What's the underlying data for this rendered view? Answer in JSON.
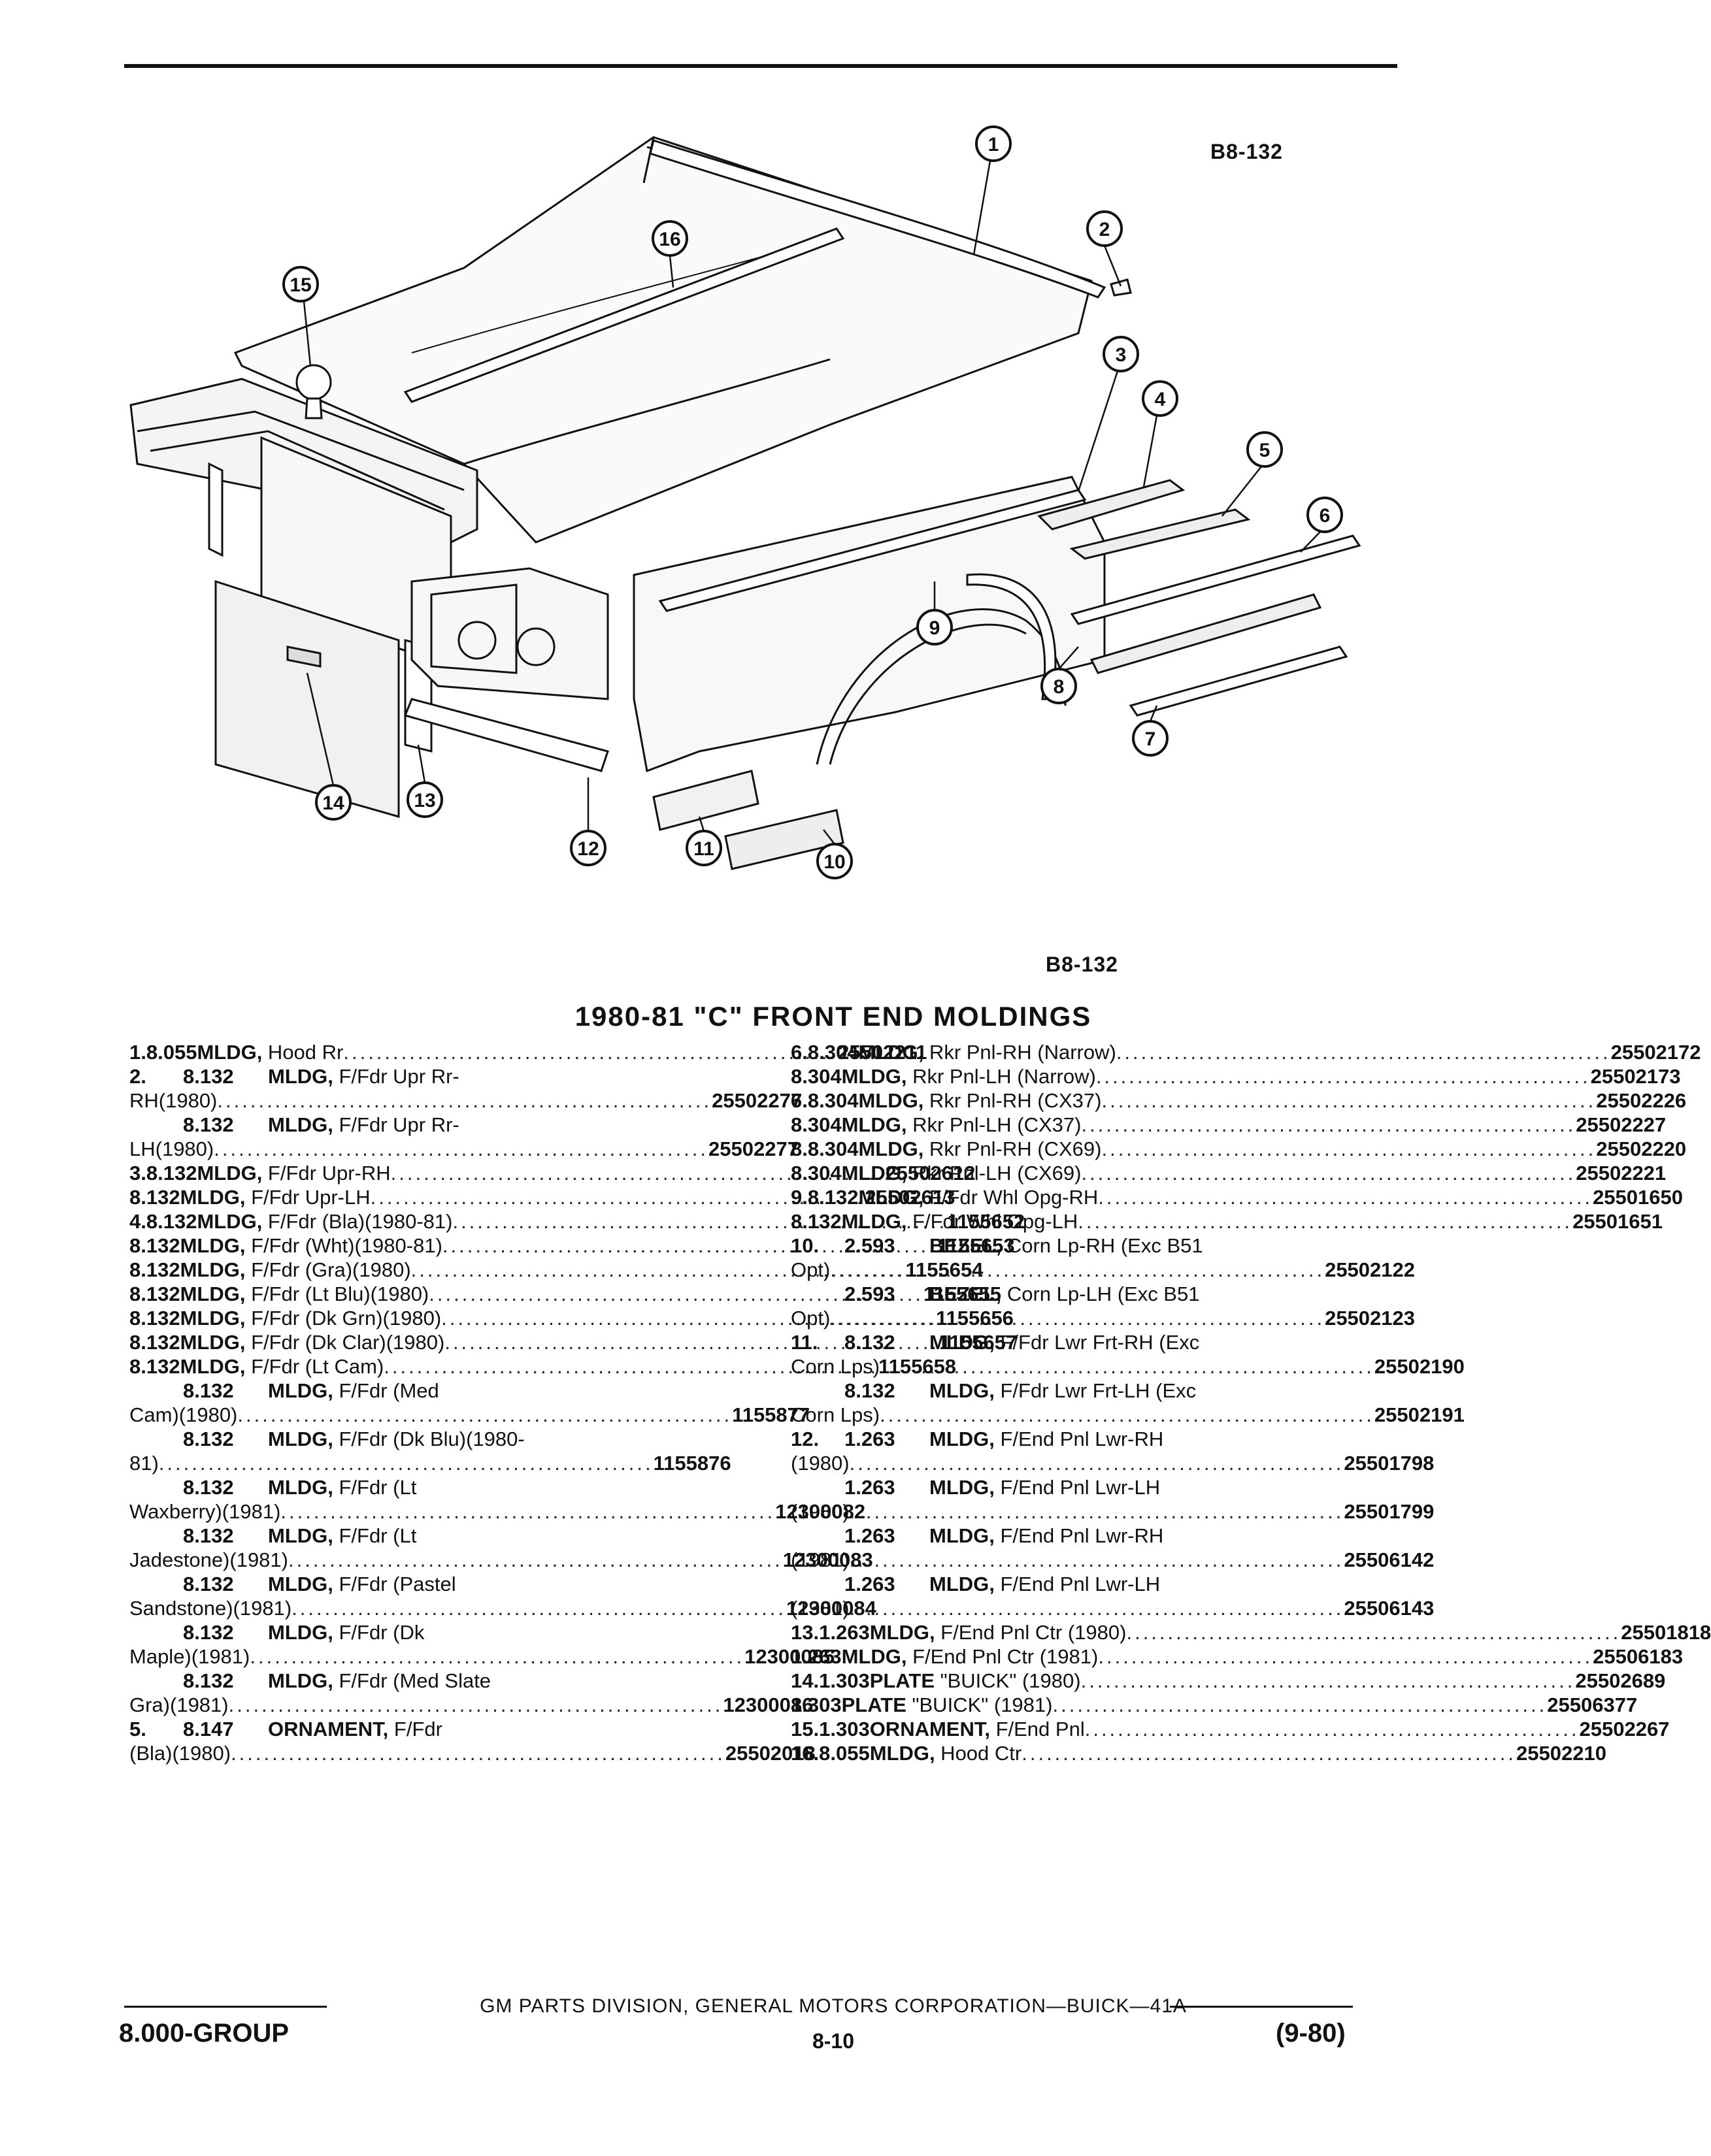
{
  "figure": {
    "label_top": "B8-132",
    "label_bottom": "B8-132",
    "callouts": [
      "1",
      "2",
      "3",
      "4",
      "5",
      "6",
      "7",
      "8",
      "9",
      "10",
      "11",
      "12",
      "13",
      "14",
      "15",
      "16"
    ]
  },
  "title": "1980-81 \"C\" FRONT END MOLDINGS",
  "left_rows": [
    {
      "num": "1.",
      "grp": "8.055",
      "bold": "MLDG,",
      "text": " Hood Rr",
      "pn": "25502211"
    },
    {
      "num": "2.",
      "grp": "8.132",
      "bold": "MLDG,",
      "text": " F/Fdr Upr Rr-",
      "pn": ""
    },
    {
      "num": "",
      "grp": "",
      "bold": "",
      "text": "RH(1980)",
      "pn": "25502276"
    },
    {
      "num": "",
      "grp": "8.132",
      "bold": "MLDG,",
      "text": " F/Fdr Upr Rr-",
      "pn": ""
    },
    {
      "num": "",
      "grp": "",
      "bold": "",
      "text": "LH(1980)",
      "pn": "25502277"
    },
    {
      "num": "3.",
      "grp": "8.132",
      "bold": "MLDG,",
      "text": " F/Fdr Upr-RH",
      "pn": "25502612"
    },
    {
      "num": "",
      "grp": "8.132",
      "bold": "MLDG,",
      "text": " F/Fdr Upr-LH",
      "pn": "25502613"
    },
    {
      "num": "4.",
      "grp": "8.132",
      "bold": "MLDG,",
      "text": " F/Fdr (Bla)(1980-81)",
      "pn": "1155652"
    },
    {
      "num": "",
      "grp": "8.132",
      "bold": "MLDG,",
      "text": " F/Fdr (Wht)(1980-81)",
      "pn": "1155653"
    },
    {
      "num": "",
      "grp": "8.132",
      "bold": "MLDG,",
      "text": " F/Fdr (Gra)(1980)",
      "pn": "1155654"
    },
    {
      "num": "",
      "grp": "8.132",
      "bold": "MLDG,",
      "text": " F/Fdr (Lt Blu)(1980)",
      "pn": "1155655"
    },
    {
      "num": "",
      "grp": "8.132",
      "bold": "MLDG,",
      "text": " F/Fdr (Dk Grn)(1980)",
      "pn": "1155656"
    },
    {
      "num": "",
      "grp": "8.132",
      "bold": "MLDG,",
      "text": " F/Fdr (Dk Clar)(1980)",
      "pn": "1155657"
    },
    {
      "num": "",
      "grp": "8.132",
      "bold": "MLDG,",
      "text": " F/Fdr (Lt Cam)",
      "pn": "1155658"
    },
    {
      "num": "",
      "grp": "8.132",
      "bold": "MLDG,",
      "text": " F/Fdr (Med",
      "pn": ""
    },
    {
      "num": "",
      "grp": "",
      "bold": "",
      "text": "Cam)(1980)",
      "pn": "1155877"
    },
    {
      "num": "",
      "grp": "8.132",
      "bold": "MLDG,",
      "text": " F/Fdr (Dk Blu)(1980-",
      "pn": ""
    },
    {
      "num": "",
      "grp": "",
      "bold": "",
      "text": "81)",
      "pn": "1155876"
    },
    {
      "num": "",
      "grp": "8.132",
      "bold": "MLDG,",
      "text": " F/Fdr (Lt",
      "pn": ""
    },
    {
      "num": "",
      "grp": "",
      "bold": "",
      "text": "Waxberry)(1981)",
      "pn": "12300082"
    },
    {
      "num": "",
      "grp": "8.132",
      "bold": "MLDG,",
      "text": " F/Fdr (Lt",
      "pn": ""
    },
    {
      "num": "",
      "grp": "",
      "bold": "",
      "text": "Jadestone)(1981)",
      "pn": "12300083"
    },
    {
      "num": "",
      "grp": "8.132",
      "bold": "MLDG,",
      "text": " F/Fdr (Pastel",
      "pn": ""
    },
    {
      "num": "",
      "grp": "",
      "bold": "",
      "text": "Sandstone)(1981)",
      "pn": "12300084"
    },
    {
      "num": "",
      "grp": "8.132",
      "bold": "MLDG,",
      "text": " F/Fdr (Dk",
      "pn": ""
    },
    {
      "num": "",
      "grp": "",
      "bold": "",
      "text": "Maple)(1981)",
      "pn": "12300085"
    },
    {
      "num": "",
      "grp": "8.132",
      "bold": "MLDG,",
      "text": " F/Fdr (Med Slate",
      "pn": ""
    },
    {
      "num": "",
      "grp": "",
      "bold": "",
      "text": "Gra)(1981)",
      "pn": "12300086"
    },
    {
      "num": "5.",
      "grp": "8.147",
      "bold": "ORNAMENT,",
      "text": " F/Fdr",
      "pn": ""
    },
    {
      "num": "",
      "grp": "",
      "bold": "",
      "text": "(Bla)(1980)",
      "pn": "25502018"
    }
  ],
  "right_rows": [
    {
      "num": "6.",
      "grp": "8.304",
      "bold": "MLDG,",
      "text": " Rkr Pnl-RH (Narrow)",
      "pn": "25502172"
    },
    {
      "num": "",
      "grp": "8.304",
      "bold": "MLDG,",
      "text": " Rkr Pnl-LH (Narrow)",
      "pn": "25502173"
    },
    {
      "num": "7.",
      "grp": "8.304",
      "bold": "MLDG,",
      "text": " Rkr Pnl-RH (CX37)",
      "pn": "25502226"
    },
    {
      "num": "",
      "grp": "8.304",
      "bold": "MLDG,",
      "text": " Rkr Pnl-LH (CX37)",
      "pn": "25502227"
    },
    {
      "num": "8.",
      "grp": "8.304",
      "bold": "MLDG,",
      "text": " Rkr Pnl-RH (CX69)",
      "pn": "25502220"
    },
    {
      "num": "",
      "grp": "8.304",
      "bold": "MLDG,",
      "text": " Rkr Pnl-LH (CX69)",
      "pn": "25502221"
    },
    {
      "num": "9.",
      "grp": "8.132",
      "bold": "MLDG,",
      "text": " F/Fdr Whl Opg-RH",
      "pn": "25501650"
    },
    {
      "num": "",
      "grp": "8.132",
      "bold": "MLDG,",
      "text": " F/Fdr Whl Opg-LH",
      "pn": "25501651"
    },
    {
      "num": "10.",
      "grp": "2.593",
      "bold": "BEZEL,",
      "text": " Corn Lp-RH (Exc B51",
      "pn": ""
    },
    {
      "num": "",
      "grp": "",
      "bold": "",
      "text": "Opt)",
      "pn": "25502122"
    },
    {
      "num": "",
      "grp": "2.593",
      "bold": "BEZEL,",
      "text": " Corn Lp-LH (Exc B51",
      "pn": ""
    },
    {
      "num": "",
      "grp": "",
      "bold": "",
      "text": "Opt)",
      "pn": "25502123"
    },
    {
      "num": "11.",
      "grp": "8.132",
      "bold": "MLDG,",
      "text": " F/Fdr Lwr Frt-RH (Exc",
      "pn": ""
    },
    {
      "num": "",
      "grp": "",
      "bold": "",
      "text": "Corn Lps)",
      "pn": "25502190"
    },
    {
      "num": "",
      "grp": "8.132",
      "bold": "MLDG,",
      "text": " F/Fdr Lwr Frt-LH (Exc",
      "pn": ""
    },
    {
      "num": "",
      "grp": "",
      "bold": "",
      "text": "Corn Lps)",
      "pn": "25502191"
    },
    {
      "num": "12.",
      "grp": "1.263",
      "bold": "MLDG,",
      "text": " F/End Pnl Lwr-RH",
      "pn": ""
    },
    {
      "num": "",
      "grp": "",
      "bold": "",
      "text": "(1980)",
      "pn": "25501798"
    },
    {
      "num": "",
      "grp": "1.263",
      "bold": "MLDG,",
      "text": " F/End Pnl Lwr-LH",
      "pn": ""
    },
    {
      "num": "",
      "grp": "",
      "bold": "",
      "text": "(1980)",
      "pn": "25501799"
    },
    {
      "num": "",
      "grp": "1.263",
      "bold": "MLDG,",
      "text": " F/End Pnl Lwr-RH",
      "pn": ""
    },
    {
      "num": "",
      "grp": "",
      "bold": "",
      "text": "(1981)",
      "pn": "25506142"
    },
    {
      "num": "",
      "grp": "1.263",
      "bold": "MLDG,",
      "text": " F/End Pnl Lwr-LH",
      "pn": ""
    },
    {
      "num": "",
      "grp": "",
      "bold": "",
      "text": "(1981)",
      "pn": "25506143"
    },
    {
      "num": "13.",
      "grp": "1.263",
      "bold": "MLDG,",
      "text": " F/End Pnl Ctr (1980)",
      "pn": "25501818"
    },
    {
      "num": "",
      "grp": "1.263",
      "bold": "MLDG,",
      "text": " F/End Pnl Ctr (1981)",
      "pn": "25506183"
    },
    {
      "num": "14.",
      "grp": "1.303",
      "bold": "PLATE",
      "text": " \"BUICK\" (1980)",
      "pn": "25502689"
    },
    {
      "num": "",
      "grp": "1.303",
      "bold": "PLATE",
      "text": " \"BUICK\" (1981)",
      "pn": "25506377"
    },
    {
      "num": "15.",
      "grp": "1.303",
      "bold": "ORNAMENT,",
      "text": " F/End Pnl",
      "pn": "25502267"
    },
    {
      "num": "16.",
      "grp": "8.055",
      "bold": "MLDG,",
      "text": " Hood Ctr",
      "pn": "25502210"
    }
  ],
  "footer": {
    "center": "GM PARTS DIVISION, GENERAL MOTORS CORPORATION—BUICK—41A",
    "group": "8.000-GROUP",
    "page": "8-10",
    "date": "(9-80)"
  }
}
